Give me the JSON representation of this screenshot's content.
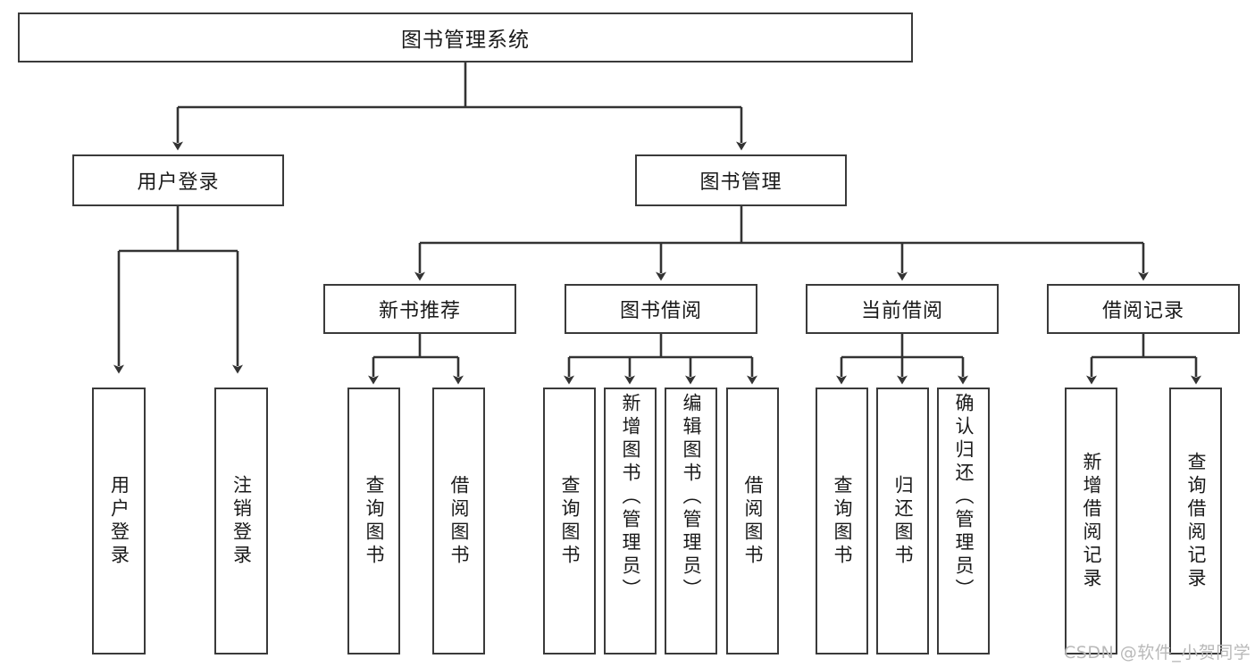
{
  "diagram": {
    "title": "图书管理系统",
    "type": "tree-hierarchy-diagram",
    "colors": {
      "box_border": "#3a3a3a",
      "box_fill": "#ffffff",
      "connector": "#333333",
      "text": "#1a1a1a",
      "watermark": "#b9b9b9",
      "background": "#ffffff"
    },
    "nodes": {
      "root": {
        "label": "图书管理系统",
        "level": 0
      },
      "l1": [
        {
          "id": "user-login",
          "label": "用户登录",
          "level": 1
        },
        {
          "id": "book-management",
          "label": "图书管理",
          "level": 1
        }
      ],
      "l2": [
        {
          "id": "new-book-recommend",
          "label": "新书推荐",
          "level": 2,
          "parent": "book-management"
        },
        {
          "id": "book-borrow",
          "label": "图书借阅",
          "level": 2,
          "parent": "book-management"
        },
        {
          "id": "current-borrow",
          "label": "当前借阅",
          "level": 2,
          "parent": "book-management"
        },
        {
          "id": "borrow-record",
          "label": "借阅记录",
          "level": 2,
          "parent": "book-management"
        }
      ],
      "leaves": [
        {
          "id": "leaf-user-login",
          "label": "用户登录",
          "parent": "user-login"
        },
        {
          "id": "leaf-logout-login",
          "label": "注销登录",
          "parent": "user-login"
        },
        {
          "id": "leaf-query-book-1",
          "label": "查询图书",
          "parent": "new-book-recommend"
        },
        {
          "id": "leaf-borrow-book-1",
          "label": "借阅图书",
          "parent": "new-book-recommend"
        },
        {
          "id": "leaf-query-book-2",
          "label": "查询图书",
          "parent": "book-borrow"
        },
        {
          "id": "leaf-add-book",
          "label": "新增图书（管理员）",
          "parent": "book-borrow"
        },
        {
          "id": "leaf-edit-book",
          "label": "编辑图书（管理员）",
          "parent": "book-borrow"
        },
        {
          "id": "leaf-borrow-book-2",
          "label": "借阅图书",
          "parent": "book-borrow"
        },
        {
          "id": "leaf-query-book-3",
          "label": "查询图书",
          "parent": "current-borrow"
        },
        {
          "id": "leaf-return-book",
          "label": "归还图书",
          "parent": "current-borrow"
        },
        {
          "id": "leaf-confirm-return",
          "label": "确认归还（管理员）",
          "parent": "current-borrow"
        },
        {
          "id": "leaf-add-record",
          "label": "新增借阅记录",
          "parent": "borrow-record"
        },
        {
          "id": "leaf-query-record",
          "label": "查询借阅记录",
          "parent": "borrow-record"
        }
      ]
    },
    "watermark": "CSDN @软件_小贺同学"
  }
}
